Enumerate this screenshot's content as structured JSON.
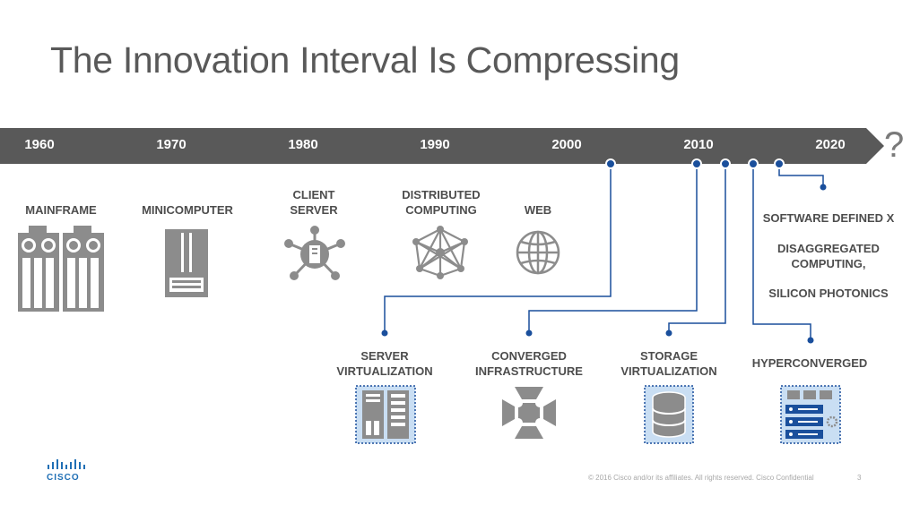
{
  "title": "The Innovation Interval Is Compressing",
  "timeline": {
    "years": [
      "1960",
      "1970",
      "1980",
      "1990",
      "2000",
      "2010",
      "2020"
    ],
    "future_mark": "?"
  },
  "eras": {
    "mainframe": [
      "MAINFRAME"
    ],
    "minicomputer": [
      "MINICOMPUTER"
    ],
    "client_server": [
      "CLIENT",
      "SERVER"
    ],
    "distributed": [
      "DISTRIBUTED",
      "COMPUTING"
    ],
    "web": [
      "WEB"
    ]
  },
  "milestones": {
    "server_virtualization": [
      "SERVER",
      "VIRTUALIZATION"
    ],
    "converged_infrastructure": [
      "CONVERGED",
      "INFRASTRUCTURE"
    ],
    "storage_virtualization": [
      "STORAGE",
      "VIRTUALIZATION"
    ],
    "hyperconverged": [
      "HYPERCONVERGED"
    ],
    "software_defined": [
      "SOFTWARE DEFINED X"
    ],
    "disaggregated": [
      "DISAGGREGATED",
      "COMPUTING,"
    ],
    "silicon_photonics": [
      "SILICON PHOTONICS"
    ]
  },
  "footer": {
    "copyright": "© 2016 Cisco and/or its affiliates. All rights reserved. Cisco Confidential",
    "page": "3",
    "logo": "CISCO"
  },
  "colors": {
    "bar": "#595959",
    "accent": "#1a4f9c",
    "icon_gray": "#8c8c8c",
    "icon_blue_bg": "#c9def3"
  }
}
